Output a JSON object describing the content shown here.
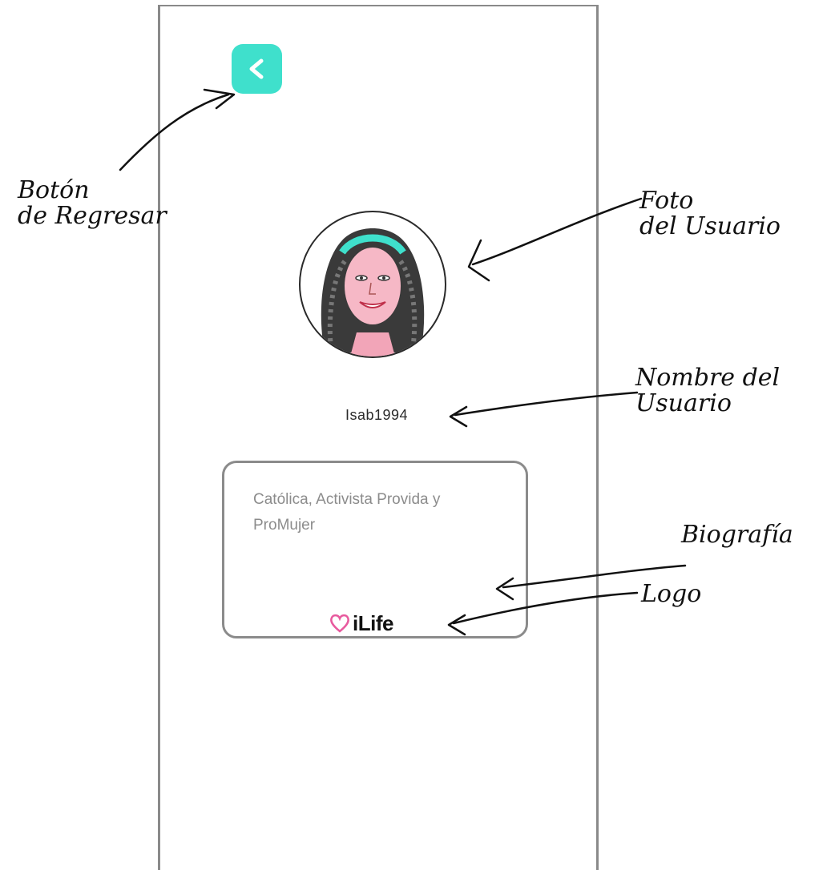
{
  "screen": {
    "back_button": {
      "icon": "chevron-left-icon",
      "color": "#3fe0cc"
    },
    "avatar": {
      "icon": "user-photo"
    },
    "username": "Isab1994",
    "bio": "Católica, Activista Provida y ProMujer",
    "logo": {
      "text": "iLife",
      "icon": "heart-outline-icon",
      "accent": "#e85a9e"
    }
  },
  "annotations": {
    "back": "Botón\nde Regresar",
    "photo": "Foto\ndel Usuario",
    "name": "Nombre del\nUsuario",
    "bio": "Biografía",
    "logo": "Logo"
  }
}
